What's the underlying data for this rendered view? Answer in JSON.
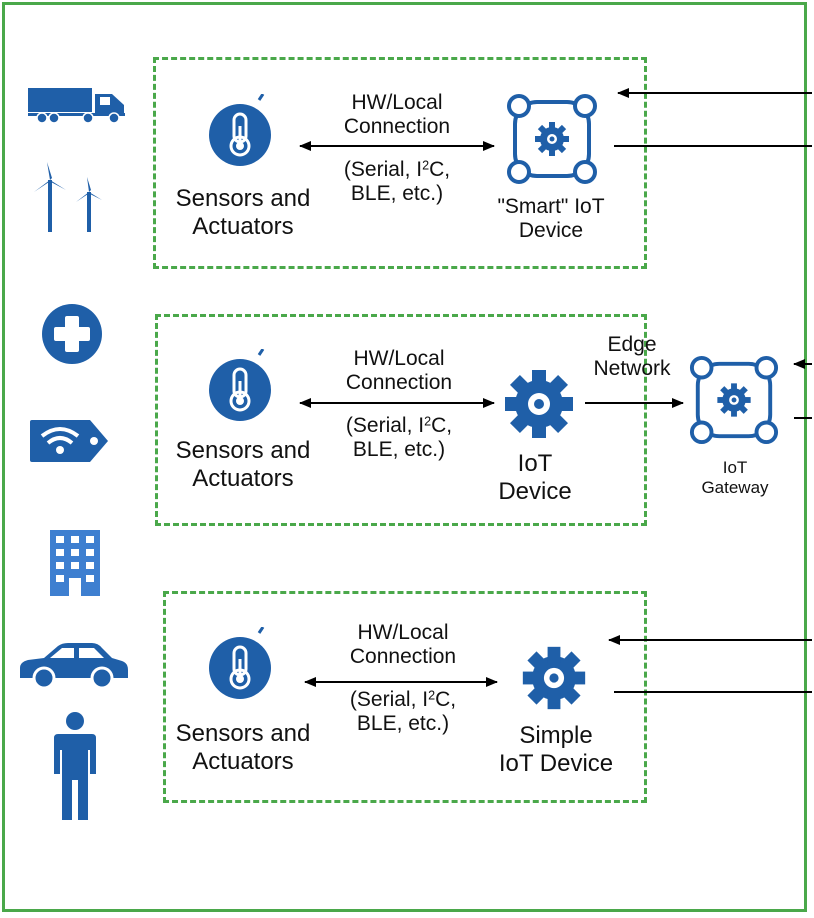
{
  "colors": {
    "frame_border": "#4aa84a",
    "icon_blue": "#1f5fa8",
    "icon_light": "#3e7fd0",
    "arrow": "#000000"
  },
  "side_icons": [
    "truck-icon",
    "wind-turbines-icon",
    "medical-cross-icon",
    "rfid-tag-icon",
    "building-icon",
    "car-icon",
    "person-icon"
  ],
  "rows": [
    {
      "sensor_label_1": "Sensors and",
      "sensor_label_2": "Actuators",
      "conn_line1": "HW/Local",
      "conn_line2": "Connection",
      "conn_detail_a": "(Serial, I",
      "conn_detail_sup": "2",
      "conn_detail_b": "C,",
      "conn_detail_2": "BLE, etc.)",
      "device_line1": "\"Smart\" IoT",
      "device_line2": "Device"
    },
    {
      "sensor_label_1": "Sensors and",
      "sensor_label_2": "Actuators",
      "conn_line1": "HW/Local",
      "conn_line2": "Connection",
      "conn_detail_a": "(Serial, I",
      "conn_detail_sup": "2",
      "conn_detail_b": "C,",
      "conn_detail_2": "BLE, etc.)",
      "device_line1": "IoT",
      "device_line2": "Device"
    },
    {
      "sensor_label_1": "Sensors and",
      "sensor_label_2": "Actuators",
      "conn_line1": "HW/Local",
      "conn_line2": "Connection",
      "conn_detail_a": "(Serial, I",
      "conn_detail_sup": "2",
      "conn_detail_b": "C,",
      "conn_detail_2": "BLE, etc.)",
      "device_line1": "Simple",
      "device_line2": "IoT Device"
    }
  ],
  "edge": {
    "line1": "Edge",
    "line2": "Network"
  },
  "gateway": {
    "line1": "IoT",
    "line2": "Gateway"
  }
}
